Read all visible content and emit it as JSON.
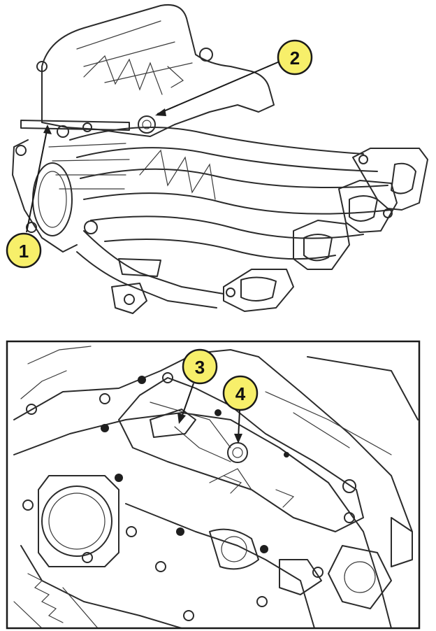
{
  "callouts": {
    "c1": "1",
    "c2": "2",
    "c3": "3",
    "c4": "4"
  },
  "colors": {
    "callout_fill": "#f7ef6a",
    "line_ink": "#2b2b2b",
    "background": "#ffffff"
  }
}
